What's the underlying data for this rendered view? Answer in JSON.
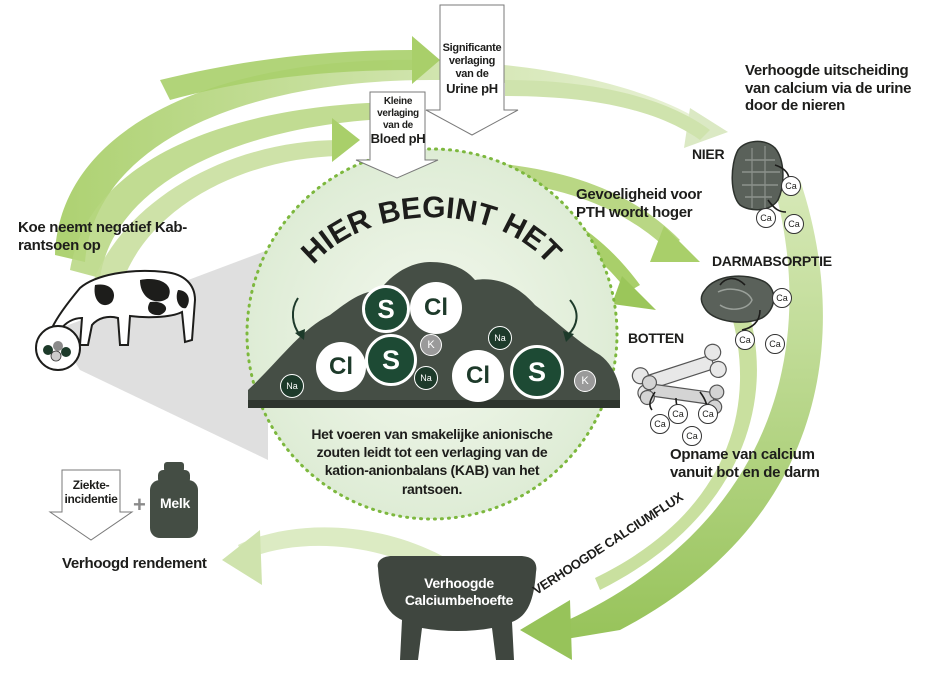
{
  "center": {
    "title": "HIER BEGINT HET",
    "description": "Het voeren van smakelijke anionische zouten leidt tot een verlaging van de kation-anionbalans (KAB) van het rantsoen."
  },
  "ions": {
    "s": "S",
    "cl": "Cl",
    "k": "K",
    "na": "Na"
  },
  "labels": {
    "cow": "Koe neemt negatief Kab-rantsoen op",
    "blood_ph": [
      "Kleine",
      "verlaging",
      "van de",
      "Bloed pH"
    ],
    "urine_ph": [
      "Significante",
      "verlaging",
      "van de",
      "Urine pH"
    ],
    "kidney_excretion": "Verhoogde uitscheiding van calcium via de urine door de nieren",
    "kidney": "NIER",
    "pth": "Gevoeligheid voor PTH wordt hoger",
    "intestine": "DARMABSORPTIE",
    "bones": "BOTTEN",
    "uptake": "Opname van calcium vanuit bot en de darm",
    "calciumflux": "VERHOOGDE CALCIUMFLUX",
    "calcium_need": [
      "Verhoogde",
      "Calciumbehoefte"
    ],
    "disease": [
      "Ziekte-",
      "incidentie"
    ],
    "plus": "+",
    "milk": "Melk",
    "yield": "Verhoogd rendement"
  },
  "ca_symbol": "Ca",
  "colors": {
    "arrow_green": "#a9cf6a",
    "arrow_light": "#e3efc9",
    "dark_green": "#1d3a2a",
    "circle_fill": "#dcebd3",
    "dotted": "#8dbf4e",
    "mound": "#444d44"
  }
}
